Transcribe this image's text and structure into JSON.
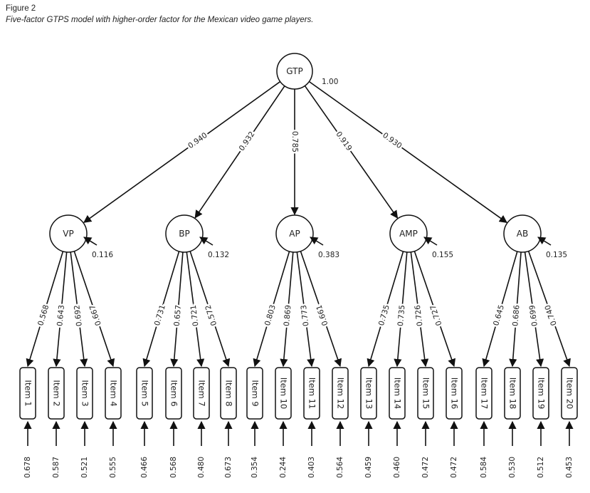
{
  "figure_label": "Figure 2",
  "figure_title": "Five-factor GTPS model with higher-order factor for the Mexican video game players.",
  "higher_order": {
    "name": "GTP",
    "variance": "1.00"
  },
  "factors": [
    {
      "name": "VP",
      "gtp_loading": "0.940",
      "residual": "0.116",
      "items": [
        "Item 1",
        "Item 2",
        "Item 3",
        "Item 4"
      ],
      "loadings": [
        "0.568",
        "0.643",
        "0.692",
        "0.667"
      ],
      "errors": [
        "0.678",
        "0.587",
        "0.521",
        "0.555"
      ]
    },
    {
      "name": "BP",
      "gtp_loading": "0.932",
      "residual": "0.132",
      "items": [
        "Item 5",
        "Item 6",
        "Item 7",
        "Item 8"
      ],
      "loadings": [
        "0.731",
        "0.657",
        "0.721",
        "0.572"
      ],
      "errors": [
        "0.466",
        "0.568",
        "0.480",
        "0.673"
      ]
    },
    {
      "name": "AP",
      "gtp_loading": "0.785",
      "residual": "0.383",
      "items": [
        "Item 9",
        "Item 10",
        "Item 11",
        "Item 12"
      ],
      "loadings": [
        "0.803",
        "0.869",
        "0.773",
        "0.661"
      ],
      "errors": [
        "0.354",
        "0.244",
        "0.403",
        "0.564"
      ]
    },
    {
      "name": "AMP",
      "gtp_loading": "0.919",
      "residual": "0.155",
      "items": [
        "Item 13",
        "Item 14",
        "Item 15",
        "Item 16"
      ],
      "loadings": [
        "0.735",
        "0.735",
        "0.726",
        "0.727"
      ],
      "errors": [
        "0.459",
        "0.460",
        "0.472",
        "0.472"
      ]
    },
    {
      "name": "AB",
      "gtp_loading": "0.930",
      "residual": "0.135",
      "items": [
        "Item 17",
        "Item 18",
        "Item 19",
        "Item 20"
      ],
      "loadings": [
        "0.645",
        "0.686",
        "0.699",
        "0.740"
      ],
      "errors": [
        "0.584",
        "0.530",
        "0.512",
        "0.453"
      ]
    }
  ]
}
